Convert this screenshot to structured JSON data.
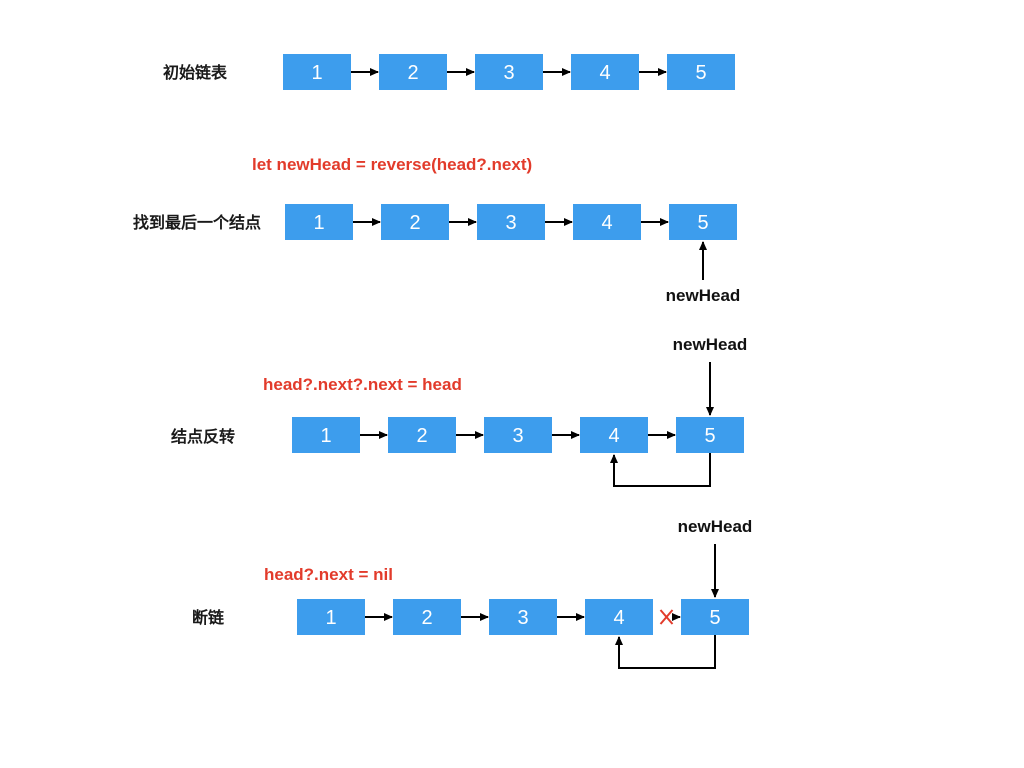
{
  "colors": {
    "node_fill": "#3d9ded",
    "node_text": "#ffffff",
    "code_text": "#e23b2b",
    "arrow": "#000000",
    "break_mark": "#e23b2b"
  },
  "rows": [
    {
      "label": "初始链表",
      "code": "",
      "nodes": [
        "1",
        "2",
        "3",
        "4",
        "5"
      ],
      "links_broken": [],
      "back_link": null,
      "pointer": null
    },
    {
      "label": "找到最后一个结点",
      "code": "let newHead = reverse(head?.next)",
      "nodes": [
        "1",
        "2",
        "3",
        "4",
        "5"
      ],
      "links_broken": [],
      "back_link": null,
      "pointer": {
        "text": "newHead",
        "target_node": 5,
        "side": "below"
      }
    },
    {
      "label": "结点反转",
      "code": "head?.next?.next = head",
      "nodes": [
        "1",
        "2",
        "3",
        "4",
        "5"
      ],
      "links_broken": [],
      "back_link": {
        "from": 5,
        "to": 4
      },
      "pointer": {
        "text": "newHead",
        "target_node": 5,
        "side": "above"
      }
    },
    {
      "label": "断链",
      "code": "head?.next = nil",
      "nodes": [
        "1",
        "2",
        "3",
        "4",
        "5"
      ],
      "links_broken": [
        4
      ],
      "back_link": {
        "from": 5,
        "to": 4
      },
      "pointer": {
        "text": "newHead",
        "target_node": 5,
        "side": "above"
      }
    }
  ]
}
